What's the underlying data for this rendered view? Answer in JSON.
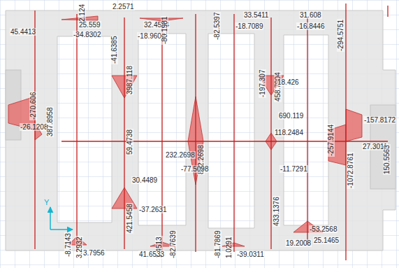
{
  "diagram": {
    "labels": [
      "45.4413",
      "2.124",
      "2.2571",
      "25.559",
      "-34.8302",
      "-41.6385",
      "3987.118",
      "32.4594",
      "-18.9602",
      "-80.1981",
      "-82.5397",
      "33.5411",
      "-18.7089",
      "31.608",
      "-16.8446",
      "-294.5751",
      "-197.307",
      "458.7904",
      "18.426",
      "-270.606",
      "-26.1208",
      "387.8958",
      "59.4738",
      "232.2698",
      "832.2698",
      "690.119",
      "118.2484",
      "-257.9144",
      "-157.8172",
      "27.3011",
      "150.5563",
      "-1072.8761",
      "-77.5098",
      "-11.7291",
      "30.4489",
      "-37.2631",
      "421.5458",
      "433.1376",
      "-53.2568",
      "25.1465",
      "19.2008",
      "-8.7143",
      "3.2932",
      "3.7956",
      "1.4513",
      "-82.7639",
      "41.6533",
      "-81.7869",
      "1.0291",
      "-39.0311",
      "Y"
    ]
  }
}
